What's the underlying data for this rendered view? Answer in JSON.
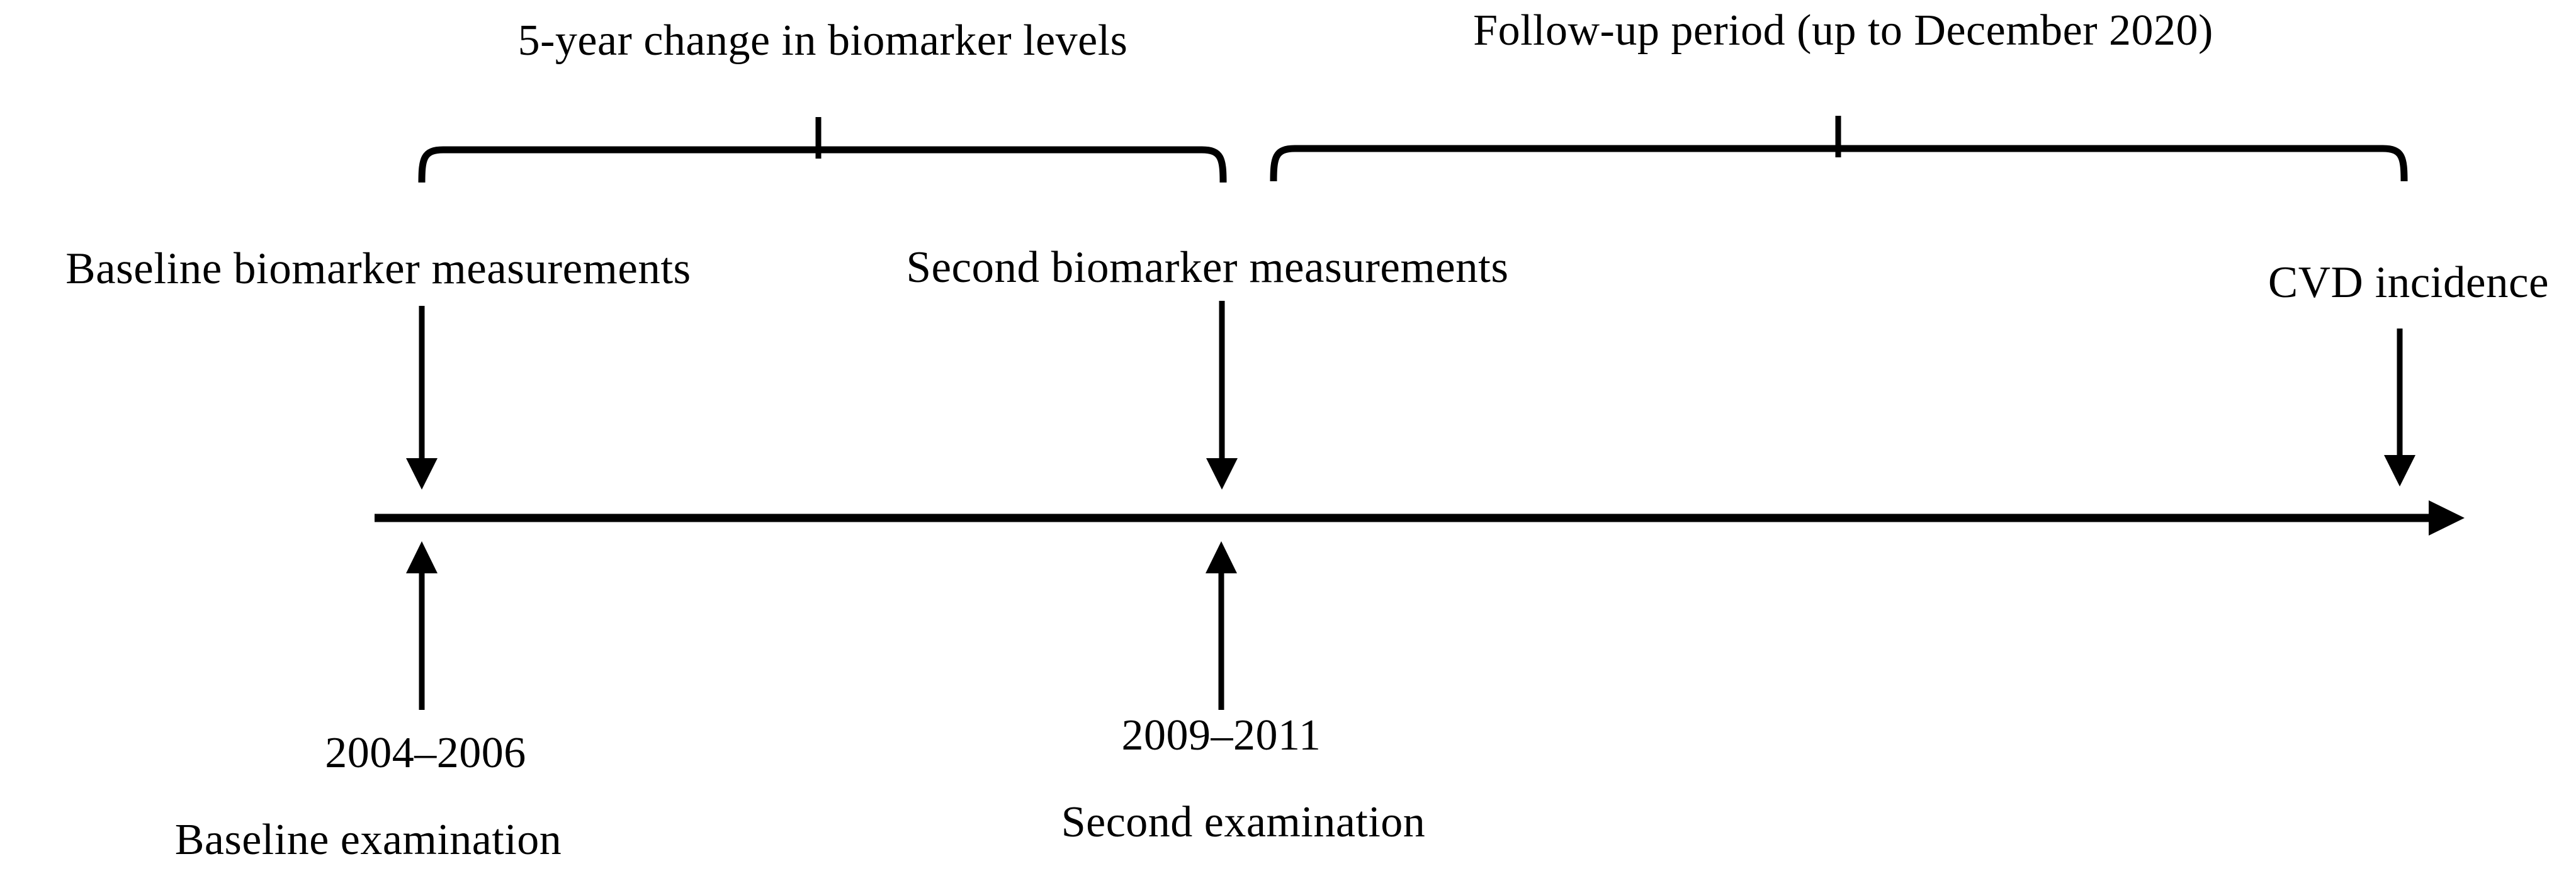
{
  "figure": {
    "periods": {
      "change": "5-year change in biomarker levels",
      "followup": "Follow-up period (up to December 2020)"
    },
    "events": {
      "baseline_measurement": "Baseline biomarker measurements",
      "second_measurement": "Second biomarker measurements",
      "cvd_incidence": "CVD incidence"
    },
    "exams": {
      "baseline": {
        "years": "2004–2006",
        "label": "Baseline examination"
      },
      "second": {
        "years": "2009–2011",
        "label": "Second examination"
      }
    },
    "timeline": {
      "direction": "left-to-right",
      "events_order": [
        "Baseline examination 2004–2006",
        "Second examination 2009–2011",
        "CVD incidence (follow-up up to December 2020)"
      ]
    },
    "colors": {
      "ink": "#000000",
      "background": "#ffffff"
    }
  }
}
